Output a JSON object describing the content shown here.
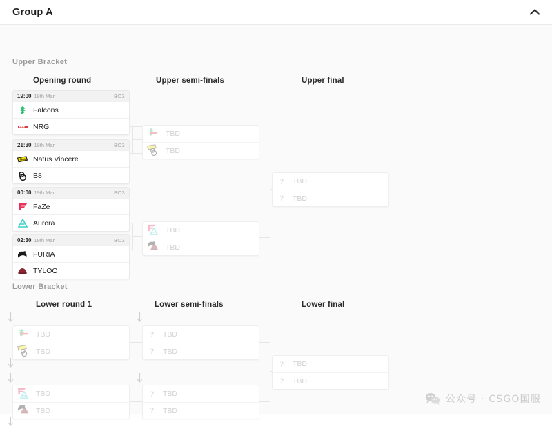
{
  "header": {
    "title": "Group A",
    "collapse_icon": "chevron-up-icon"
  },
  "brackets": {
    "upper_label": "Upper Bracket",
    "lower_label": "Lower Bracket"
  },
  "rounds": {
    "upper": [
      {
        "id": "opening",
        "title": "Opening round"
      },
      {
        "id": "upper-semi",
        "title": "Upper semi-finals"
      },
      {
        "id": "upper-final",
        "title": "Upper final"
      }
    ],
    "lower": [
      {
        "id": "lower-r1",
        "title": "Lower round 1"
      },
      {
        "id": "lower-semi",
        "title": "Lower semi-finals"
      },
      {
        "id": "lower-final",
        "title": "Lower final"
      }
    ]
  },
  "tbd_label": "TBD",
  "matches": {
    "o1": {
      "time": "19:00",
      "date": "18th Mar",
      "format": "BO3",
      "teams": [
        {
          "name": "Falcons",
          "logo": "falcons-logo"
        },
        {
          "name": "NRG",
          "logo": "nrg-logo"
        }
      ]
    },
    "o2": {
      "time": "21:30",
      "date": "18th Mar",
      "format": "BO3",
      "teams": [
        {
          "name": "Natus Vincere",
          "logo": "navi-logo"
        },
        {
          "name": "B8",
          "logo": "b8-logo"
        }
      ]
    },
    "o3": {
      "time": "00:00",
      "date": "19th Mar",
      "format": "BO3",
      "teams": [
        {
          "name": "FaZe",
          "logo": "faze-logo"
        },
        {
          "name": "Aurora",
          "logo": "aurora-logo"
        }
      ]
    },
    "o4": {
      "time": "02:30",
      "date": "19th Mar",
      "format": "BO3",
      "teams": [
        {
          "name": "FURIA",
          "logo": "furia-logo"
        },
        {
          "name": "TYLOO",
          "logo": "tyloo-logo"
        }
      ]
    },
    "us1": {
      "teams": [
        {
          "name": "TBD"
        },
        {
          "name": "TBD"
        }
      ]
    },
    "us2": {
      "teams": [
        {
          "name": "TBD"
        },
        {
          "name": "TBD"
        }
      ]
    },
    "uf": {
      "teams": [
        {
          "name": "TBD"
        },
        {
          "name": "TBD"
        }
      ]
    },
    "l1": {
      "teams": [
        {
          "name": "TBD"
        },
        {
          "name": "TBD"
        }
      ]
    },
    "l2": {
      "teams": [
        {
          "name": "TBD"
        },
        {
          "name": "TBD"
        }
      ]
    },
    "ls1": {
      "teams": [
        {
          "name": "TBD"
        },
        {
          "name": "TBD"
        }
      ]
    },
    "ls2": {
      "teams": [
        {
          "name": "TBD"
        },
        {
          "name": "TBD"
        }
      ]
    },
    "lf": {
      "teams": [
        {
          "name": "TBD"
        },
        {
          "name": "TBD"
        }
      ]
    }
  },
  "watermark": {
    "icon": "wechat-icon",
    "text": "公众号 · CSGO国服"
  },
  "colors": {
    "page_bg": "#fafafa",
    "card_bg": "#ffffff",
    "meta_bg": "#f2f2f2",
    "border": "#e9e9e9",
    "text": "#1f1f1f",
    "muted": "#a5a5a5",
    "tbd": "#d2d2d2",
    "falcons": "#2fbf71",
    "nrg": "#e03a3e",
    "navi": "#f5e003",
    "faze": "#e8315b",
    "aurora": "#3fd0c9",
    "furia": "#1a1a1a",
    "tyloo": "#8c2733"
  }
}
